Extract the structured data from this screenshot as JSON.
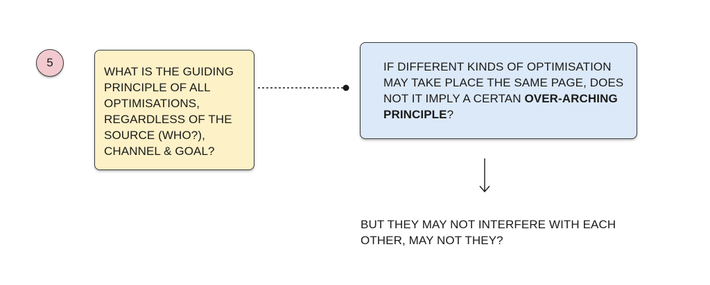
{
  "badge": {
    "number": "5"
  },
  "question": {
    "text": "WHAT IS THE GUIDING PRINCIPLE OF ALL OPTIMISATIONS, REGARDLESS OF THE SOURCE (WHO?), CHANNEL & GOAL?"
  },
  "implication": {
    "text_before": "IF DIFFERENT KINDS OF OPTIMISATION MAY TAKE PLACE THE SAME PAGE, DOES NOT IT IMPLY A CERTAN ",
    "emphasis": "OVER-ARCHING PRINCIPLE",
    "text_after": "?"
  },
  "answer": {
    "text": "BUT THEY MAY NOT INTERFERE WITH EACH OTHER, MAY NOT THEY?"
  },
  "colors": {
    "badge_fill": "#f2c9cf",
    "question_fill": "#fdf1c7",
    "implication_fill": "#dce9f9",
    "stroke": "#1a1a1a"
  }
}
